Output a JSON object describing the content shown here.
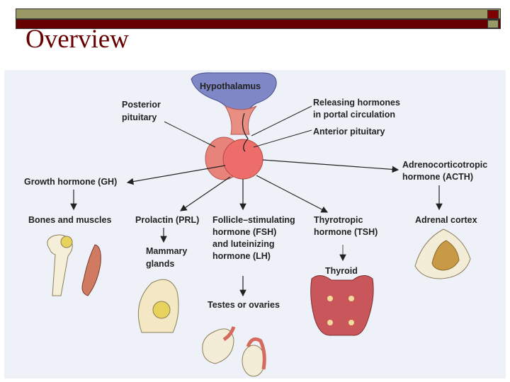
{
  "slide": {
    "title": "Overview"
  },
  "diagram": {
    "hypothalamus": "Hypothalamus",
    "posterior_pituitary": [
      "Posterior",
      "pituitary"
    ],
    "releasing_hormones": [
      "Releasing hormones",
      "in portal circulation"
    ],
    "anterior_pituitary": "Anterior pituitary",
    "acth": [
      "Adrenocorticotropic",
      "hormone (ACTH)"
    ],
    "growth_hormone": "Growth hormone (GH)",
    "bones_muscles": "Bones and muscles",
    "prolactin": "Prolactin (PRL)",
    "mammary": [
      "Mammary",
      "glands"
    ],
    "fsh_lh": [
      "Follicle–stimulating",
      "hormone (FSH)",
      "and luteinizing",
      "hormone (LH)"
    ],
    "tsh": [
      "Thyrotropic",
      "hormone (TSH)"
    ],
    "adrenal_cortex": "Adrenal cortex",
    "thyroid": "Thyroid",
    "testes_ovaries": "Testes or ovaries"
  },
  "colors": {
    "hypothalamus_fill": "#7f87c6",
    "gland_fill": "#e8736f",
    "bone_fill": "#f5eed8",
    "cartilage_fill": "#e7d25c",
    "thyroid_fill": "#c9565a",
    "adrenal_fill": "#c89a46"
  }
}
